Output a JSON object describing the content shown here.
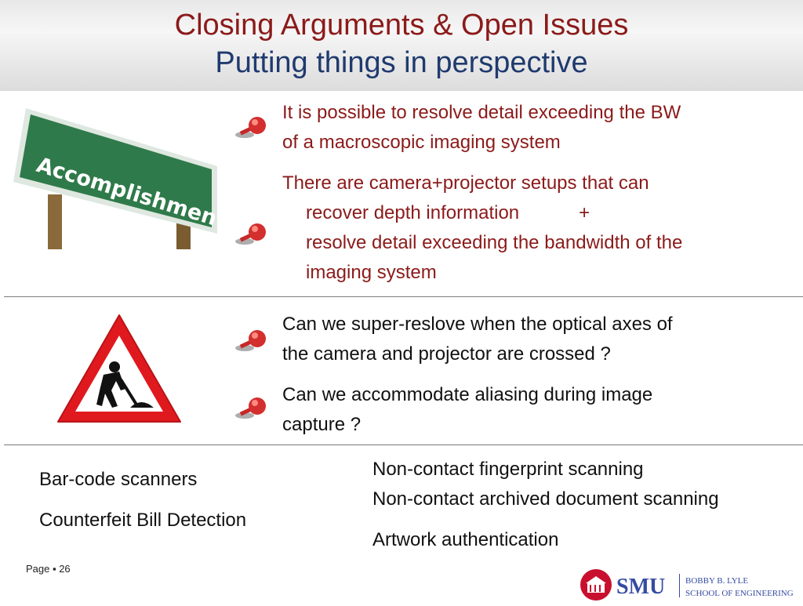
{
  "header": {
    "title": "Closing Arguments & Open Issues",
    "subtitle": "Putting things in perspective"
  },
  "images": {
    "sign_text": "Accomplishment"
  },
  "section1": {
    "bullet1_line1": "It is possible to resolve detail exceeding the BW",
    "bullet1_line2": "of a macroscopic imaging system",
    "bullet2_line1": "There are camera+projector setups that can",
    "bullet2_line2": "recover depth information",
    "bullet2_plus": "+",
    "bullet2_line3": "resolve detail exceeding the bandwidth of the",
    "bullet2_line4": "imaging system"
  },
  "section2": {
    "bullet1_line1": "Can we super-reslove when the optical axes of",
    "bullet1_line2": "the camera and projector are crossed ?",
    "bullet2_line1": "Can we accommodate aliasing during image",
    "bullet2_line2": "capture ?"
  },
  "applications": {
    "left": [
      "Bar-code scanners",
      "Counterfeit Bill Detection"
    ],
    "right_1": "Non-contact fingerprint scanning",
    "right_2": "Non-contact archived document scanning",
    "right_3": "Artwork authentication"
  },
  "footer": {
    "page_label": "Page ▪ 26",
    "logo_text": "SMU",
    "school_line1": "BOBBY B. LYLE",
    "school_line2": "SCHOOL OF ENGINEERING"
  },
  "colors": {
    "title": "#8b1a1a",
    "subtitle": "#1f3a6e",
    "highlight_text": "#8b1a1a",
    "smu_red": "#c8102e",
    "smu_blue": "#354ca1"
  }
}
